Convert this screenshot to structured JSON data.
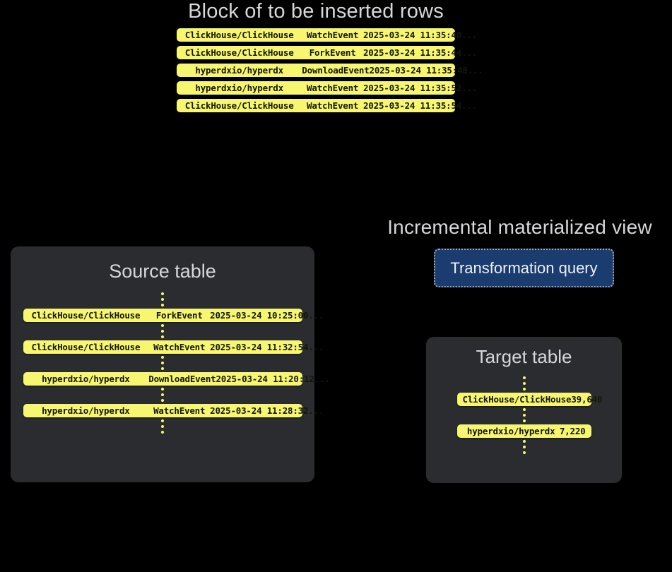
{
  "theme": {
    "background": "#000000",
    "panel_fill": "#2b2c30",
    "row_fill": "#f6f671",
    "row_text": "#16160a",
    "heading_text": "#d6d7d9",
    "query_box_fill": "#1b3c6e",
    "query_box_border": "#9fa6b0",
    "query_box_text": "#eef1f5"
  },
  "block": {
    "title": "Block of to be inserted rows",
    "rows": [
      {
        "repo": "ClickHouse/ClickHouse",
        "event": "WatchEvent",
        "time": "2025-03-24 11:35:40",
        "more": "..."
      },
      {
        "repo": "ClickHouse/ClickHouse",
        "event": "ForkEvent",
        "time": "2025-03-24 11:35:44",
        "more": "..."
      },
      {
        "repo": "hyperdxio/hyperdx",
        "event": "DownloadEvent",
        "time": "2025-03-24 11:35:48",
        "more": "..."
      },
      {
        "repo": "hyperdxio/hyperdx",
        "event": "WatchEvent",
        "time": "2025-03-24 11:35:52",
        "more": "..."
      },
      {
        "repo": "ClickHouse/ClickHouse",
        "event": "WatchEvent",
        "time": "2025-03-24 11:35:54",
        "more": "..."
      }
    ]
  },
  "source_table": {
    "title": "Source table",
    "rows": [
      {
        "repo": "ClickHouse/ClickHouse",
        "event": "ForkEvent",
        "time": "2025-03-24 10:25:00",
        "more": "..."
      },
      {
        "repo": "ClickHouse/ClickHouse",
        "event": "WatchEvent",
        "time": "2025-03-24 11:32:54",
        "more": "..."
      },
      {
        "repo": "hyperdxio/hyperdx",
        "event": "DownloadEvent",
        "time": "2025-03-24 11:20:12",
        "more": "..."
      },
      {
        "repo": "hyperdxio/hyperdx",
        "event": "WatchEvent",
        "time": "2025-03-24 11:28:32",
        "more": "..."
      }
    ]
  },
  "materialized_view": {
    "title": "Incremental materialized view",
    "query_label": "Transformation query"
  },
  "target_table": {
    "title": "Target table",
    "rows": [
      {
        "repo": "ClickHouse/ClickHouse",
        "count": "39,640"
      },
      {
        "repo": "hyperdxio/hyperdx",
        "count": "7,220"
      }
    ]
  }
}
